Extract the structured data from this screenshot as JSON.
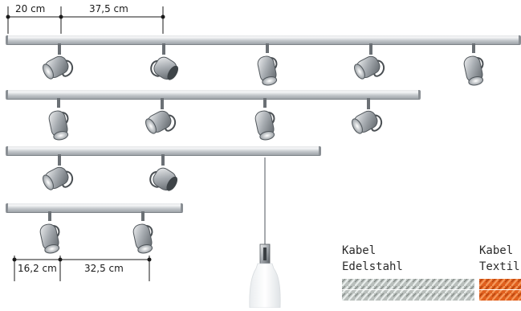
{
  "dimensions": {
    "top": [
      "20 cm",
      "37,5 cm"
    ],
    "bottom": [
      "16,2 cm",
      "32,5 cm"
    ]
  },
  "cables": [
    {
      "line1": "Kabel",
      "line2": "Edelstahl",
      "color": "#b9bfbc"
    },
    {
      "line1": "Kabel",
      "line2": "Textil (",
      "color": "#e0601e"
    }
  ],
  "colors": {
    "rail": "#c9cdd1",
    "spot": "#8d9398",
    "dimension_line": "#1a1a1a"
  }
}
